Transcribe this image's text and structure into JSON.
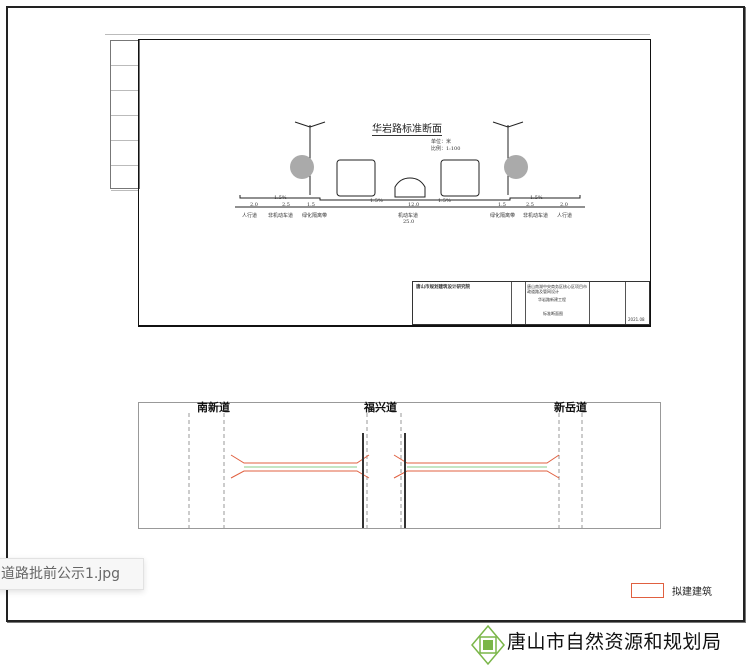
{
  "cross_section": {
    "title": "华岩路标准断面",
    "unit": "单位：米",
    "scale": "比例：1:100",
    "slopes": [
      "1.5%",
      "1.5%",
      "1.5%",
      "1.5%"
    ],
    "widths": [
      "2.0",
      "2.5",
      "1.5",
      "12.0",
      "1.5",
      "2.5",
      "2.0"
    ],
    "zones": [
      "人行道",
      "非机动车道",
      "绿化隔离带",
      "机动车道",
      "绿化隔离带",
      "非机动车道",
      "人行道"
    ],
    "total_width": "25.0"
  },
  "title_block": {
    "institute": "唐山市规划建筑设计研究院",
    "project": "唐山南湖中央商务区核心区项目市政道路及管网设计",
    "subproject": "华岩路新建工程",
    "drawing": "标准断面图",
    "date": "2021.08"
  },
  "plan": {
    "streets": [
      "南新道",
      "福兴道",
      "新岳道"
    ]
  },
  "tooltip": {
    "filename": "道路批前公示1.jpg"
  },
  "legend": {
    "label": "拟建建筑",
    "color": "#e06040"
  },
  "footer": {
    "bureau": "唐山市自然资源和规划局",
    "logo_color": "#7ab648"
  }
}
